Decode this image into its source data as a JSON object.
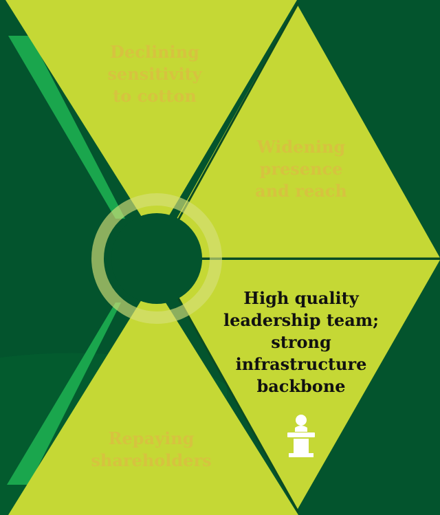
{
  "colors": {
    "background": "#03542d",
    "segment_fill": "#c5d835",
    "accent_green": "#1aa64d",
    "divider": "#0a4a22",
    "faded_text": "#d6c33f",
    "active_text": "#111111",
    "icon": "#ffffff",
    "center_ring": "#d5e07a"
  },
  "segments": [
    {
      "id": "top",
      "lines": [
        "Declining",
        "sensitivity",
        "to cotton"
      ],
      "state": "faded"
    },
    {
      "id": "upper-right",
      "lines": [
        "Widening",
        "presence",
        "and reach"
      ],
      "state": "faded"
    },
    {
      "id": "lower-right",
      "lines": [
        "High quality",
        "leadership team;",
        "strong",
        "infrastructure",
        "backbone"
      ],
      "state": "active",
      "icon": "podium-speaker-icon"
    },
    {
      "id": "bottom",
      "lines": [
        "Repaying",
        "shareholders"
      ],
      "state": "faded"
    }
  ]
}
